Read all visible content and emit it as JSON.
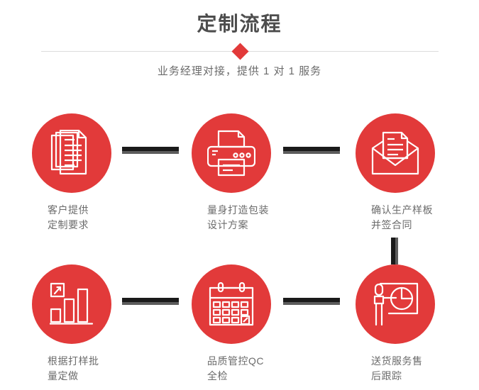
{
  "header": {
    "title": "定制流程",
    "subtitle": "业务经理对接，提供 1 对 1 服务",
    "divider_icon": "diamond-marker",
    "accent_color": "#e23a3a",
    "title_color": "#4d4d4d",
    "text_color": "#6b6b6b",
    "divider_color": "#dcdcdc"
  },
  "steps": [
    {
      "index": "1",
      "label": "客户提供\n定制要求",
      "icon": "documents-stack-icon"
    },
    {
      "index": "2",
      "label": "量身打造包装\n设计方案",
      "icon": "printer-icon"
    },
    {
      "index": "3",
      "label": "确认生产样板\n并签合同",
      "icon": "envelope-letter-icon"
    },
    {
      "index": "4",
      "label": "根据打样批\n量定做",
      "icon": "bar-chart-growth-icon"
    },
    {
      "index": "5",
      "label": "品质管控QC\n全检",
      "icon": "calendar-check-icon"
    },
    {
      "index": "6",
      "label": "送货服务售\n后跟踪",
      "icon": "presenter-pie-chart-icon"
    }
  ],
  "connectors": {
    "dark_color": "#1a1a1a",
    "gray_color": "#5c5c5c",
    "horizontal_count": "4",
    "vertical_count": "1"
  }
}
